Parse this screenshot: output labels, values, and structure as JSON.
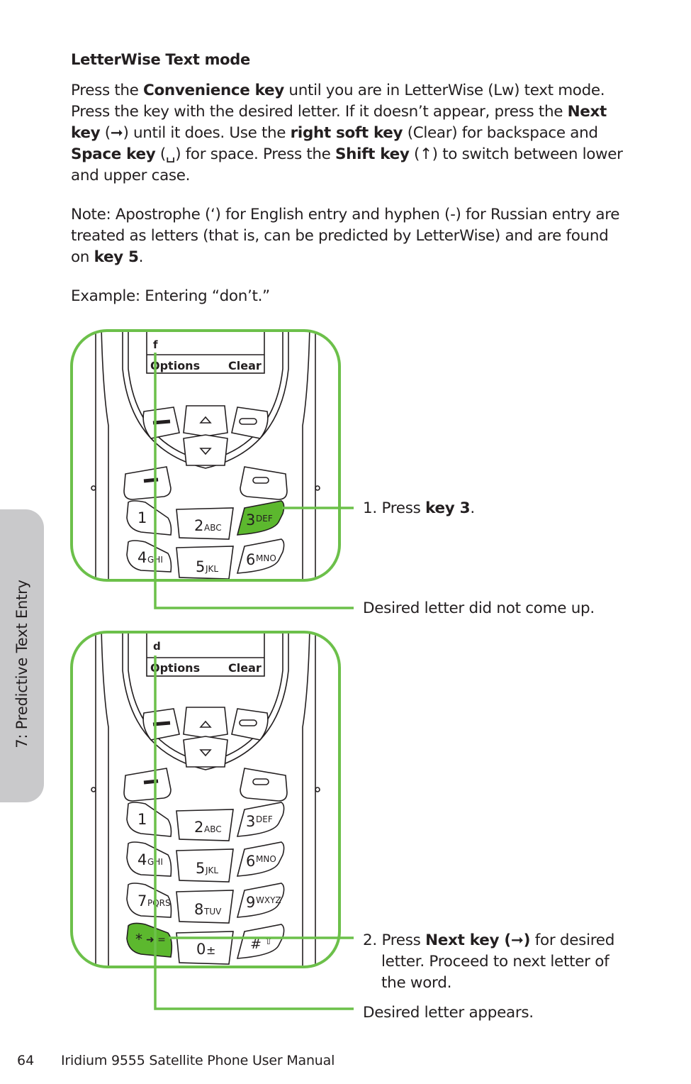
{
  "heading": "LetterWise Text mode",
  "paragraph1": {
    "t1": "Press the ",
    "b1": "Convenience key",
    "t2": " until you are in LetterWise (Lw) text mode. Press the key with the desired letter. If it doesn’t appear, press the ",
    "b2": "Next key",
    "t3": " (➞) until it does. Use the ",
    "b3": "right soft key",
    "t4": " (Clear) for backspace and ",
    "b4": "Space key",
    "t5": " (␣) for space. Press the ",
    "b5": "Shift key",
    "t6": " (↑) to switch between lower and upper case."
  },
  "paragraph2": {
    "t1": "Note: Apostrophe (‘) for English entry and hyphen (-) for Russian entry are treated as letters (that is, can be predicted by LetterWise) and are found on ",
    "b1": "key 5",
    "t2": "."
  },
  "example": "Example: Entering “don’t.”",
  "figure1": {
    "screen_char": "f",
    "left_softkey": "Options",
    "right_softkey": "Clear",
    "keys": [
      {
        "num": "1",
        "letters": ""
      },
      {
        "num": "2",
        "letters": "ABC"
      },
      {
        "num": "3",
        "letters": "DEF"
      },
      {
        "num": "4",
        "letters": "GHI"
      },
      {
        "num": "5",
        "letters": "JKL"
      },
      {
        "num": "6",
        "letters": "MNO"
      }
    ],
    "highlight_key": "3"
  },
  "figure2": {
    "screen_char": "d",
    "left_softkey": "Options",
    "right_softkey": "Clear",
    "keys": [
      {
        "num": "1",
        "letters": ""
      },
      {
        "num": "2",
        "letters": "ABC"
      },
      {
        "num": "3",
        "letters": "DEF"
      },
      {
        "num": "4",
        "letters": "GHI"
      },
      {
        "num": "5",
        "letters": "JKL"
      },
      {
        "num": "6",
        "letters": "MNO"
      },
      {
        "num": "7",
        "letters": "PQRS"
      },
      {
        "num": "8",
        "letters": "TUV"
      },
      {
        "num": "9",
        "letters": "WXYZ"
      },
      {
        "num": "*",
        "letters": "➜ ="
      },
      {
        "num": "0",
        "letters": "±"
      },
      {
        "num": "#",
        "letters": "⇧"
      }
    ],
    "highlight_key": "*"
  },
  "callouts": {
    "c1_prefix": "1. Press ",
    "c1_bold": "key 3",
    "c1_suffix": ".",
    "c2": "Desired letter did not come up.",
    "c3_prefix": "2. Press ",
    "c3_bold": "Next key (➞)",
    "c3_suffix": " for desired",
    "c3_line2": "letter. Proceed to next letter of",
    "c3_line3": "the word.",
    "c4": "Desired letter appears."
  },
  "side_tab": "7: Predictive Text Entry",
  "footer": {
    "page_number": "64",
    "title": "Iridium 9555 Satellite Phone User Manual"
  },
  "colors": {
    "accent_green": "#6cc04a",
    "key_green": "#5cb82e",
    "side_tab_gray": "#c9c9cb",
    "text": "#231f20"
  }
}
